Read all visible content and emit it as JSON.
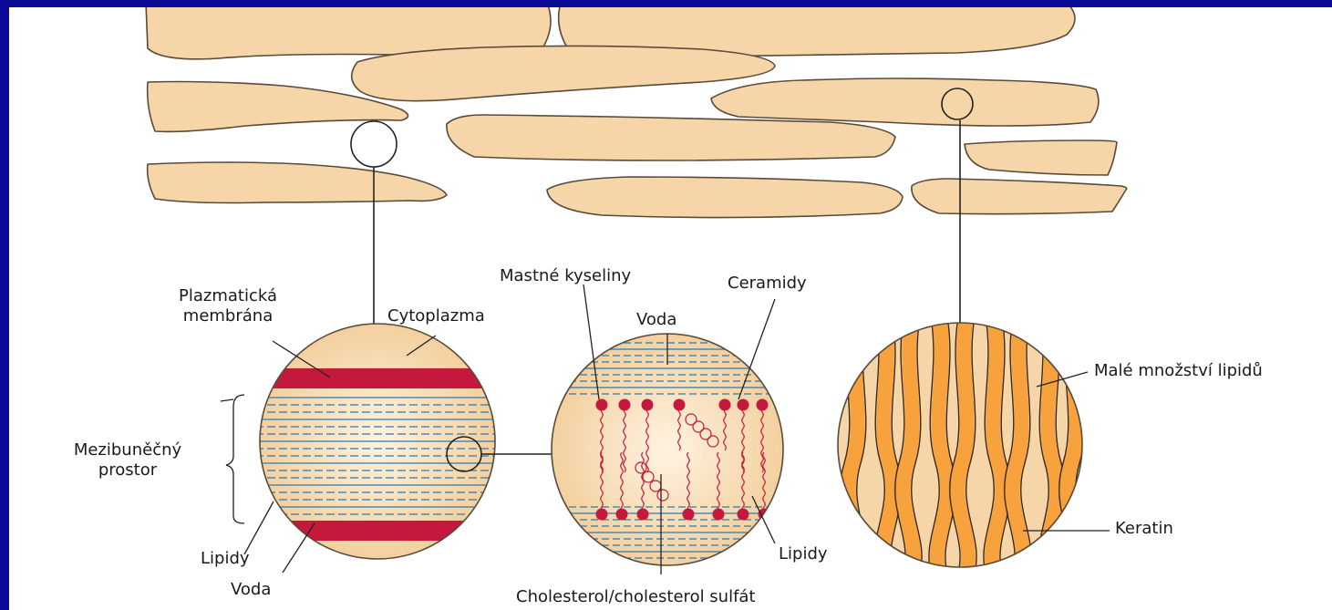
{
  "colors": {
    "frame": "#0a0a96",
    "cell_fill": "#f6d5a8",
    "cell_stroke": "#5a4a3a",
    "membrane": "#c4183c",
    "water_lines": "#2b7bb0",
    "lipid_tails": "#c4183c",
    "keratin": "#f7a23c"
  },
  "labels": {
    "plasma_membrane_1": "Plazmatická",
    "plasma_membrane_2": "membrána",
    "cytoplasm": "Cytoplazma",
    "intercellular_1": "Mezibuněčný",
    "intercellular_2": "prostor",
    "lipids_left": "Lipidy",
    "water_left": "Voda",
    "fatty_acids": "Mastné kyseliny",
    "ceramides": "Ceramidy",
    "water_center": "Voda",
    "lipids_center": "Lipidy",
    "cholesterol": "Cholesterol/cholesterol sulfát",
    "small_lipids": "Malé množství lipidů",
    "keratin": "Keratin"
  }
}
